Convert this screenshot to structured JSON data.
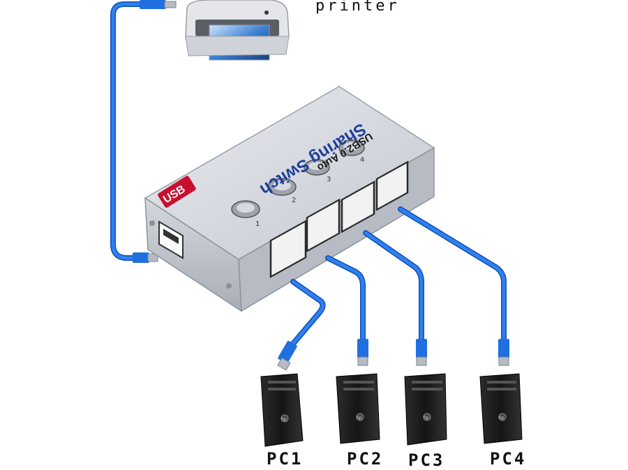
{
  "printer": {
    "label": "printer"
  },
  "hub": {
    "title": "Sharing Switch",
    "subtitle": "USB2.0 Auto",
    "logo_text": "USB",
    "button_numbers": [
      "1",
      "2",
      "3",
      "4"
    ]
  },
  "computers": [
    {
      "label": "PC1",
      "badge": "hp"
    },
    {
      "label": "PC2",
      "badge": "hp"
    },
    {
      "label": "PC3",
      "badge": "hp"
    },
    {
      "label": "PC4",
      "badge": "hp"
    }
  ],
  "colors": {
    "cable": "#1f6fe0",
    "cable_dark": "#0f4fb5",
    "hub_body": "#c9ccd4",
    "hub_top": "#dfe2e8",
    "tower": "#1c1c1c",
    "port": "#3a3a3a"
  }
}
